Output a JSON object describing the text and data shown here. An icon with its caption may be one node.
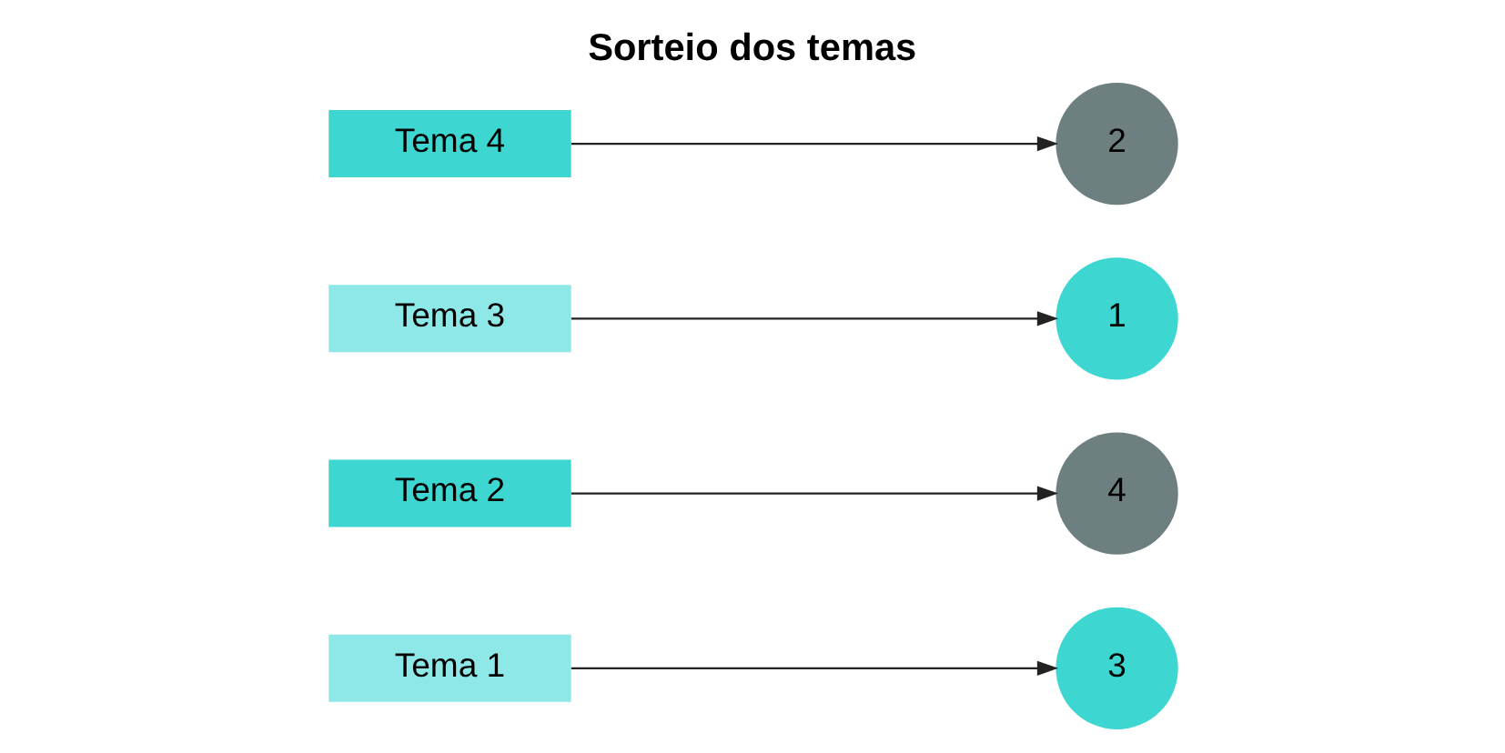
{
  "diagram": {
    "title": "Sorteio dos temas",
    "nodes": [
      {
        "text": [
          "Tema 1"
        ]
      },
      {
        "text": [
          "Tema 2"
        ]
      },
      {
        "text": [
          "Tema 3"
        ]
      },
      {
        "text": [
          "Tema 4"
        ]
      },
      {
        "text": [
          "1"
        ]
      },
      {
        "text": [
          "2"
        ]
      },
      {
        "text": [
          "3"
        ]
      },
      {
        "text": [
          "4"
        ]
      }
    ],
    "edges": [
      {
        "from": 0,
        "to": 6,
        "arrow": "to"
      },
      {
        "from": 1,
        "to": 7,
        "arrow": "to"
      },
      {
        "from": 2,
        "to": 4,
        "arrow": "to"
      },
      {
        "from": 3,
        "to": 5,
        "arrow": "to"
      }
    ]
  }
}
